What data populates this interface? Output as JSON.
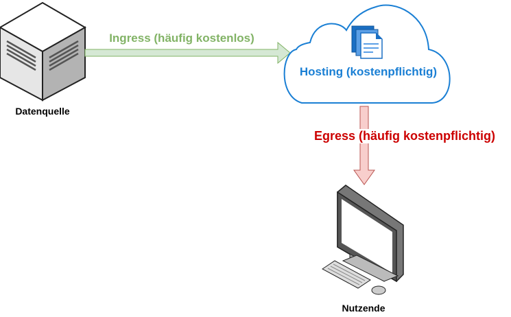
{
  "nodes": {
    "source": {
      "label": "Datenquelle"
    },
    "hosting": {
      "label": "Hosting (kostenpflichtig)"
    },
    "user": {
      "label": "Nutzende"
    }
  },
  "edges": {
    "ingress": {
      "label": "Ingress (häufig kostenlos)",
      "color": "#82b366"
    },
    "egress": {
      "label": "Egress (häufig kostenpflichtig)",
      "color": "#cc0000"
    }
  },
  "colors": {
    "hosting": "#1a7fd4"
  }
}
